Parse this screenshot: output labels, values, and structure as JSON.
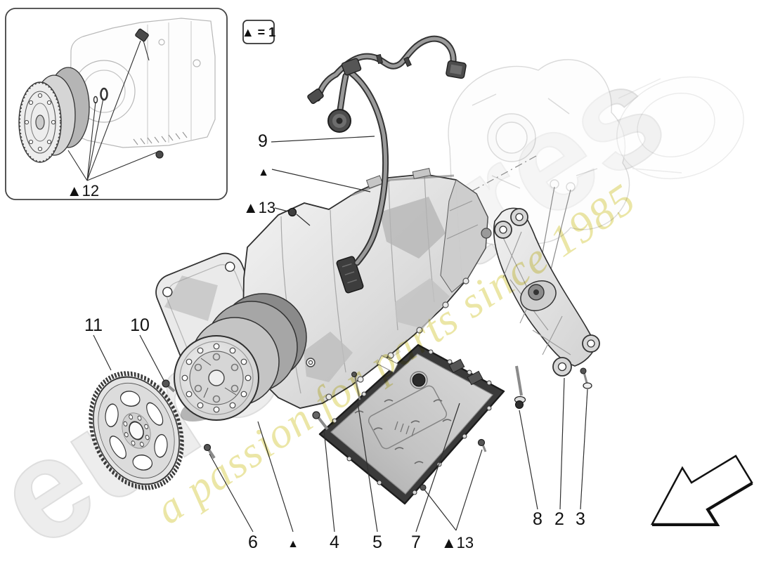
{
  "legend": {
    "label": "▲ = 1"
  },
  "inset": {
    "label": "▲12"
  },
  "callouts": {
    "c9": "9",
    "tri_top": "▲",
    "tri13_top": "▲13",
    "c11": "11",
    "c10": "10",
    "c6": "6",
    "tri_bottom": "▲",
    "c4": "4",
    "c5": "5",
    "c7": "7",
    "tri13_bottom": "▲13",
    "c8": "8",
    "c2": "2",
    "c3": "3"
  },
  "watermark": {
    "brand": "eurospares",
    "tagline": "a passion for parts since 1985",
    "brand_color": "#ededed",
    "brand_outline": "#dedede",
    "tagline_color": "#e9e49c"
  }
}
